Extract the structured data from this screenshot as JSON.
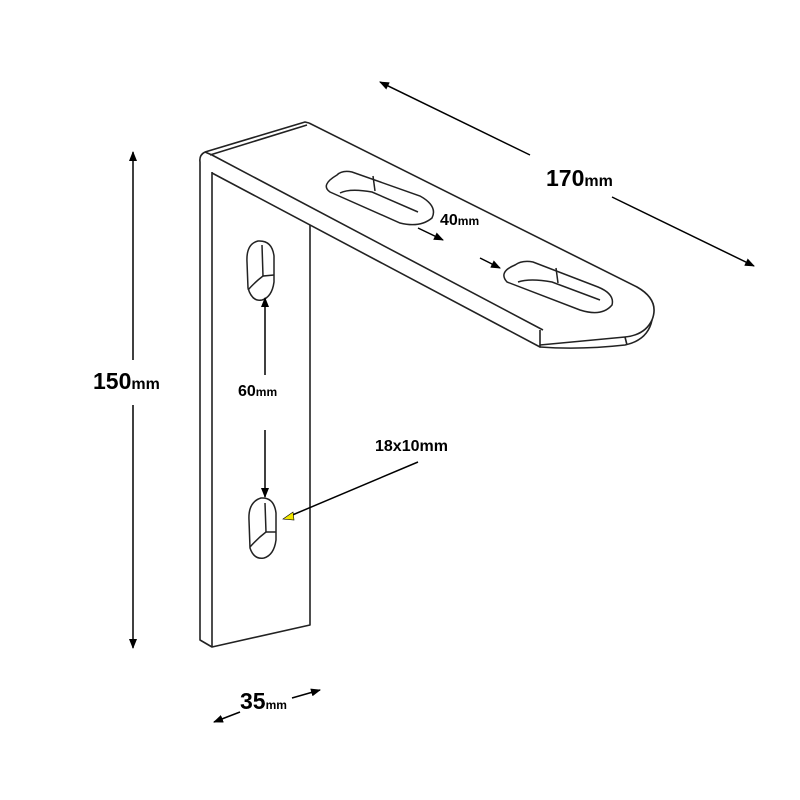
{
  "title": "L-bracket dimension drawing",
  "dimensions": {
    "length": {
      "value": "170",
      "unit": "mm"
    },
    "height": {
      "value": "150",
      "unit": "mm"
    },
    "width": {
      "value": "35",
      "unit": "mm"
    },
    "slot_spacing_vertical": {
      "value": "60",
      "unit": "mm"
    },
    "slot_spacing_horizontal": {
      "value": "40",
      "unit": "mm"
    },
    "slot_size": "18x10mm"
  },
  "colors": {
    "line": "#000000",
    "pointer": "#f2e600"
  }
}
